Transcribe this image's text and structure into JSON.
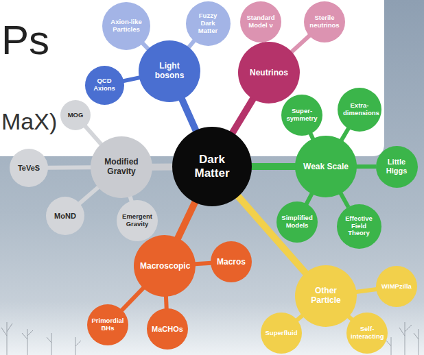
{
  "diagram": {
    "nodes": [
      {
        "text": [
          "Dark Matter"
        ]
      },
      {
        "text": [
          "Light bosons"
        ]
      },
      {
        "text": [
          "Axion-like Particles"
        ]
      },
      {
        "text": [
          "Fuzzy Dark Matter"
        ]
      },
      {
        "text": [
          "QCD Axions"
        ]
      },
      {
        "text": [
          "Neutrinos"
        ]
      },
      {
        "text": [
          "Standard Model ν"
        ]
      },
      {
        "text": [
          "Sterile neutrinos"
        ]
      },
      {
        "text": [
          "Weak Scale"
        ]
      },
      {
        "text": [
          "Super- symmetry"
        ]
      },
      {
        "text": [
          "Extra- dimensions"
        ]
      },
      {
        "text": [
          "Little Higgs"
        ]
      },
      {
        "text": [
          "Simplified Models"
        ]
      },
      {
        "text": [
          "Effective Field Theory"
        ]
      },
      {
        "text": [
          "Other Particle"
        ]
      },
      {
        "text": [
          "WIMPzilla"
        ]
      },
      {
        "text": [
          "Superfluid"
        ]
      },
      {
        "text": [
          "Self- interacting"
        ]
      },
      {
        "text": [
          "Macroscopic"
        ]
      },
      {
        "text": [
          "Macros"
        ]
      },
      {
        "text": [
          "Primordial BHs"
        ]
      },
      {
        "text": [
          "MaCHOs"
        ]
      },
      {
        "text": [
          "Modified Gravity"
        ]
      },
      {
        "text": [
          "MOG"
        ]
      },
      {
        "text": [
          "TeVeS"
        ]
      },
      {
        "text": [
          "MoND"
        ]
      },
      {
        "text": [
          "Emergent Gravity"
        ]
      }
    ],
    "edges": [
      {
        "from": 0,
        "to": 1,
        "arrow": "none"
      },
      {
        "from": 1,
        "to": 2,
        "arrow": "none"
      },
      {
        "from": 1,
        "to": 3,
        "arrow": "none"
      },
      {
        "from": 1,
        "to": 4,
        "arrow": "none"
      },
      {
        "from": 0,
        "to": 5,
        "arrow": "none"
      },
      {
        "from": 5,
        "to": 6,
        "arrow": "none"
      },
      {
        "from": 5,
        "to": 7,
        "arrow": "none"
      },
      {
        "from": 0,
        "to": 8,
        "arrow": "none"
      },
      {
        "from": 8,
        "to": 9,
        "arrow": "none"
      },
      {
        "from": 8,
        "to": 10,
        "arrow": "none"
      },
      {
        "from": 8,
        "to": 11,
        "arrow": "none"
      },
      {
        "from": 8,
        "to": 12,
        "arrow": "none"
      },
      {
        "from": 8,
        "to": 13,
        "arrow": "none"
      },
      {
        "from": 0,
        "to": 14,
        "arrow": "none"
      },
      {
        "from": 14,
        "to": 15,
        "arrow": "none"
      },
      {
        "from": 14,
        "to": 16,
        "arrow": "none"
      },
      {
        "from": 14,
        "to": 17,
        "arrow": "none"
      },
      {
        "from": 0,
        "to": 18,
        "arrow": "none"
      },
      {
        "from": 18,
        "to": 19,
        "arrow": "none"
      },
      {
        "from": 18,
        "to": 20,
        "arrow": "none"
      },
      {
        "from": 18,
        "to": 21,
        "arrow": "none"
      },
      {
        "from": 0,
        "to": 22,
        "arrow": "none"
      },
      {
        "from": 22,
        "to": 23,
        "arrow": "none"
      },
      {
        "from": 22,
        "to": 24,
        "arrow": "none"
      },
      {
        "from": 22,
        "to": 25,
        "arrow": "none"
      },
      {
        "from": 22,
        "to": 26,
        "arrow": "none"
      }
    ],
    "labels": [
      "Ps",
      "MaX)"
    ]
  }
}
